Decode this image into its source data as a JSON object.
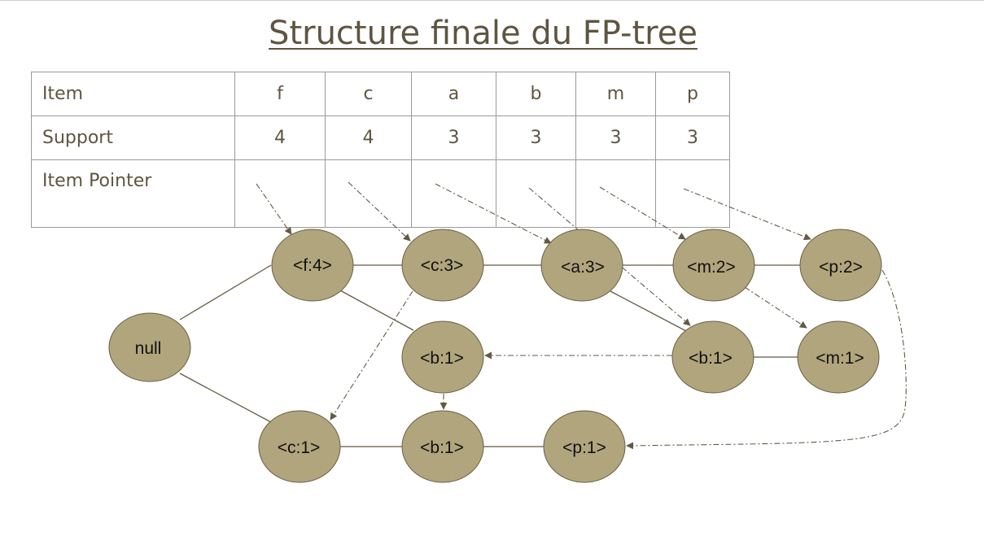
{
  "title": "Structure finale du FP-tree",
  "header_table": {
    "row_labels": {
      "item": "Item",
      "support": "Support",
      "pointer": "Item Pointer"
    },
    "items": [
      "f",
      "c",
      "a",
      "b",
      "m",
      "p"
    ],
    "supports": [
      "4",
      "4",
      "3",
      "3",
      "3",
      "3"
    ]
  },
  "tree": {
    "nodes": {
      "null": "null",
      "f4": "<f:4>",
      "c3": "<c:3>",
      "a3": "<a:3>",
      "m2": "<m:2>",
      "p2": "<p:2>",
      "b1_top": "<b:1>",
      "b1_right": "<b:1>",
      "m1": "<m:1>",
      "c1": "<c:1>",
      "b1_bottom": "<b:1>",
      "p1": "<p:1>"
    }
  },
  "colors": {
    "node_fill": "#b1a57d",
    "node_stroke": "#685e42",
    "text": "#5e5541",
    "edge": "#635a44"
  }
}
